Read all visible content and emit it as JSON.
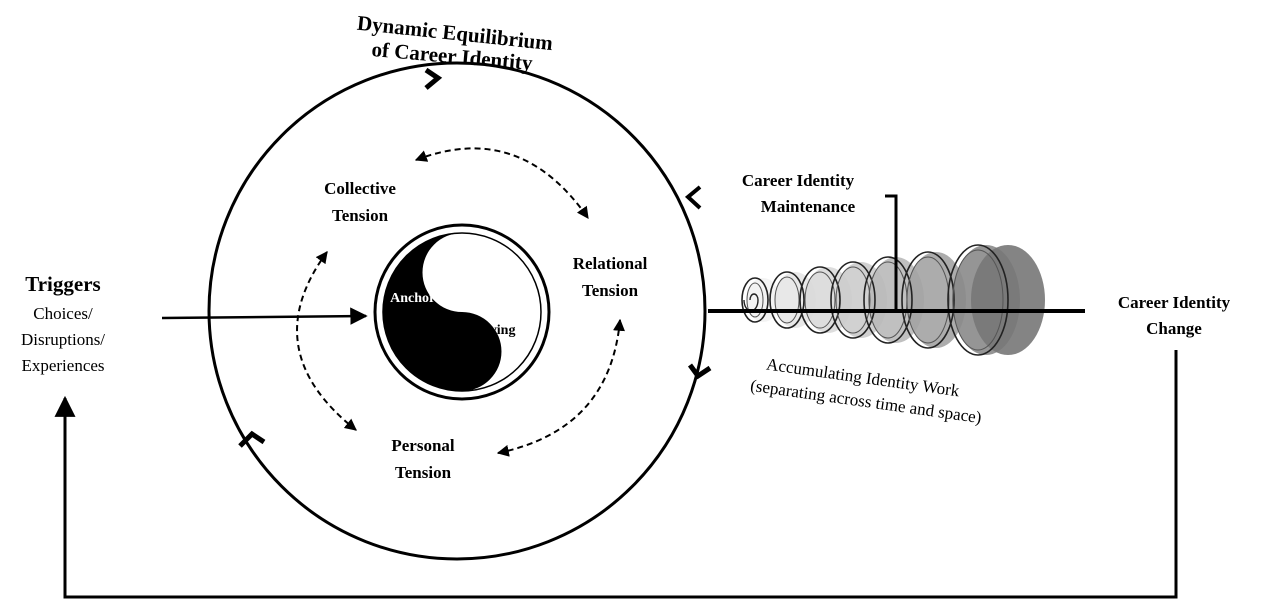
{
  "title": {
    "line1": "Dynamic Equilibrium",
    "line2": "of Career Identity"
  },
  "triggers": {
    "heading": "Triggers",
    "line1": "Choices/",
    "line2": "Disruptions/",
    "line3": "Experiences"
  },
  "tensions": {
    "collective": [
      "Collective",
      "Tension"
    ],
    "relational": [
      "Relational",
      "Tension"
    ],
    "personal": [
      "Personal",
      "Tension"
    ]
  },
  "yin_yang": {
    "black_label": "Anchoring",
    "white_label": "Evolving"
  },
  "maintenance": [
    "Career Identity",
    "Maintenance"
  ],
  "change": [
    "Career Identity",
    "Change"
  ],
  "identity_work": {
    "line1": "Accumulating Identity Work",
    "line2": "(separating across time and space)"
  },
  "colors": {
    "ink": "#000000",
    "background": "#ffffff",
    "spring_light": "#e8e8e8",
    "spring_dark": "#777777"
  }
}
